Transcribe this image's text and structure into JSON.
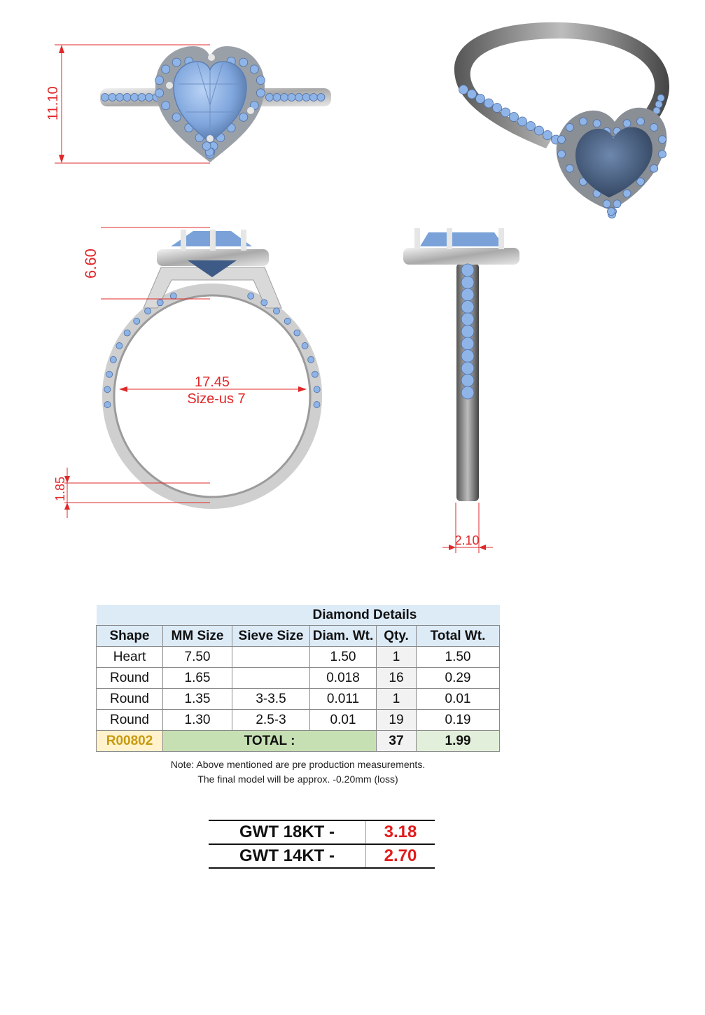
{
  "dimensions": {
    "height": "11.10",
    "top_height": "6.60",
    "inner_diameter": "17.45",
    "size": "Size-us 7",
    "shank_thickness": "1.85",
    "shank_width": "2.10"
  },
  "diamond_table": {
    "title": "Diamond Details",
    "headers": [
      "Shape",
      "MM Size",
      "Sieve Size",
      "Diam. Wt.",
      "Qty.",
      "Total Wt."
    ],
    "rows": [
      {
        "shape": "Heart",
        "mm": "7.50",
        "sieve": "",
        "wt": "1.50",
        "qty": "1",
        "total": "1.50"
      },
      {
        "shape": "Round",
        "mm": "1.65",
        "sieve": "",
        "wt": "0.018",
        "qty": "16",
        "total": "0.29"
      },
      {
        "shape": "Round",
        "mm": "1.35",
        "sieve": "3-3.5",
        "wt": "0.011",
        "qty": "1",
        "total": "0.01"
      },
      {
        "shape": "Round",
        "mm": "1.30",
        "sieve": "2.5-3",
        "wt": "0.01",
        "qty": "19",
        "total": "0.19"
      }
    ],
    "footer": {
      "code": "R00802",
      "label": "TOTAL :",
      "qty": "37",
      "total": "1.99"
    }
  },
  "note": {
    "line1": "Note: Above mentioned are pre production measurements.",
    "line2": "The final model will be approx. -0.20mm (loss)"
  },
  "gwt": [
    {
      "label": "GWT 18KT  -",
      "value": "3.18"
    },
    {
      "label": "GWT 14KT  -",
      "value": "2.70"
    }
  ],
  "colors": {
    "dimension": "#e0282a",
    "stone": "#8fb4e8",
    "metal": "#c9c9c9",
    "value_red": "#e21b1b"
  }
}
